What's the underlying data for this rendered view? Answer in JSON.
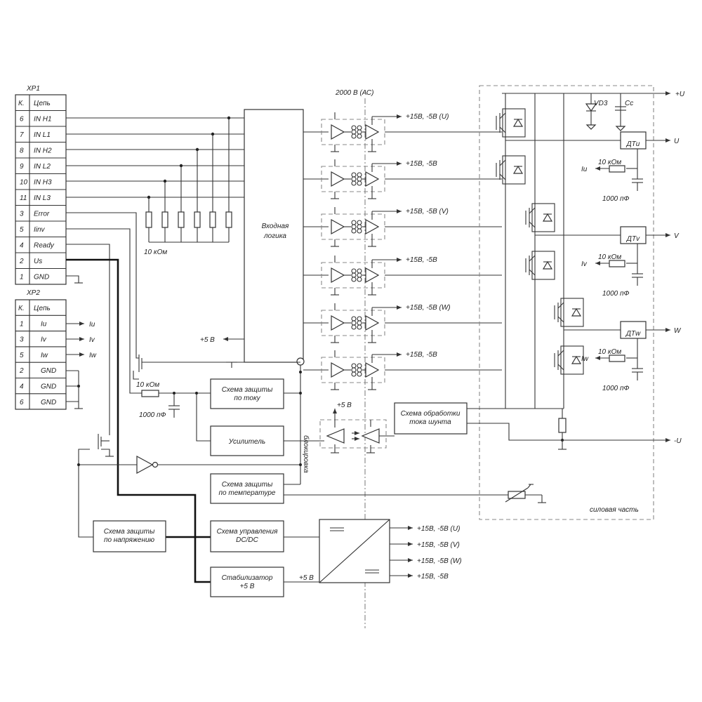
{
  "xp1": {
    "title": "XP1",
    "col_k": "К.",
    "col_name": "Цепь",
    "rows": [
      {
        "k": "6",
        "name": "IN H1"
      },
      {
        "k": "7",
        "name": "IN L1"
      },
      {
        "k": "8",
        "name": "IN H2"
      },
      {
        "k": "9",
        "name": "IN L2"
      },
      {
        "k": "10",
        "name": "IN H3"
      },
      {
        "k": "11",
        "name": "IN L3"
      },
      {
        "k": "3",
        "name": "Error"
      },
      {
        "k": "5",
        "name": "Iinv"
      },
      {
        "k": "4",
        "name": "Ready"
      },
      {
        "k": "2",
        "name": "Us"
      },
      {
        "k": "1",
        "name": "GND"
      }
    ]
  },
  "xp2": {
    "title": "XP2",
    "col_k": "К.",
    "col_name": "Цепь",
    "rows": [
      {
        "k": "1",
        "name": "Iu",
        "out": "Iu"
      },
      {
        "k": "3",
        "name": "Iv",
        "out": "Iv"
      },
      {
        "k": "5",
        "name": "Iw",
        "out": "Iw"
      },
      {
        "k": "2",
        "name": "GND"
      },
      {
        "k": "4",
        "name": "GND"
      },
      {
        "k": "6",
        "name": "GND"
      }
    ]
  },
  "isolation_label": "2000 В (АС)",
  "resistor_bank_label": "10 кОм",
  "input_logic": "Входная логика",
  "plus5_left": "+5 В",
  "drivers": [
    {
      "supply": "+15В, -5В (U)"
    },
    {
      "supply": "+15В, -5В"
    },
    {
      "supply": "+15В, -5В (V)"
    },
    {
      "supply": "+15В, -5В"
    },
    {
      "supply": "+15В, -5В (W)"
    },
    {
      "supply": "+15В, -5В"
    }
  ],
  "blocks": {
    "current_protection": "Схема защиты по току",
    "amplifier": "Усилитель",
    "temp_protection": "Схема защиты по температуре",
    "dcdc_control": "Схема управления DC/DC",
    "stabilizer": "Стабилизатор +5 В",
    "voltage_protection": "Схема защиты по напряжению",
    "shunt_processing": "Схема обработки тока шунта"
  },
  "blocking_label": "блокировка",
  "r_label": "10 кОм",
  "c_label": "1000 пФ",
  "amp_supply": "+5 В",
  "stab_out": "+5 В",
  "dcdc_outputs": [
    "+15В, -5В (U)",
    "+15В, -5В (V)",
    "+15В, -5В (W)",
    "+15В, -5В"
  ],
  "power": {
    "section_label": "силовая часть",
    "plus_u": "+U",
    "minus_u": "-U",
    "out_u": "U",
    "out_v": "V",
    "out_w": "W",
    "vd": "VD3",
    "cc": "Cc",
    "sensors": [
      {
        "name": "ДТu",
        "sense": "Iu",
        "r": "10 кОм",
        "c": "1000 пФ"
      },
      {
        "name": "ДТv",
        "sense": "Iv",
        "r": "10 кОм",
        "c": "1000 пФ"
      },
      {
        "name": "ДТw",
        "sense": "Iw",
        "r": "10 кОм",
        "c": "1000 пФ"
      }
    ]
  }
}
